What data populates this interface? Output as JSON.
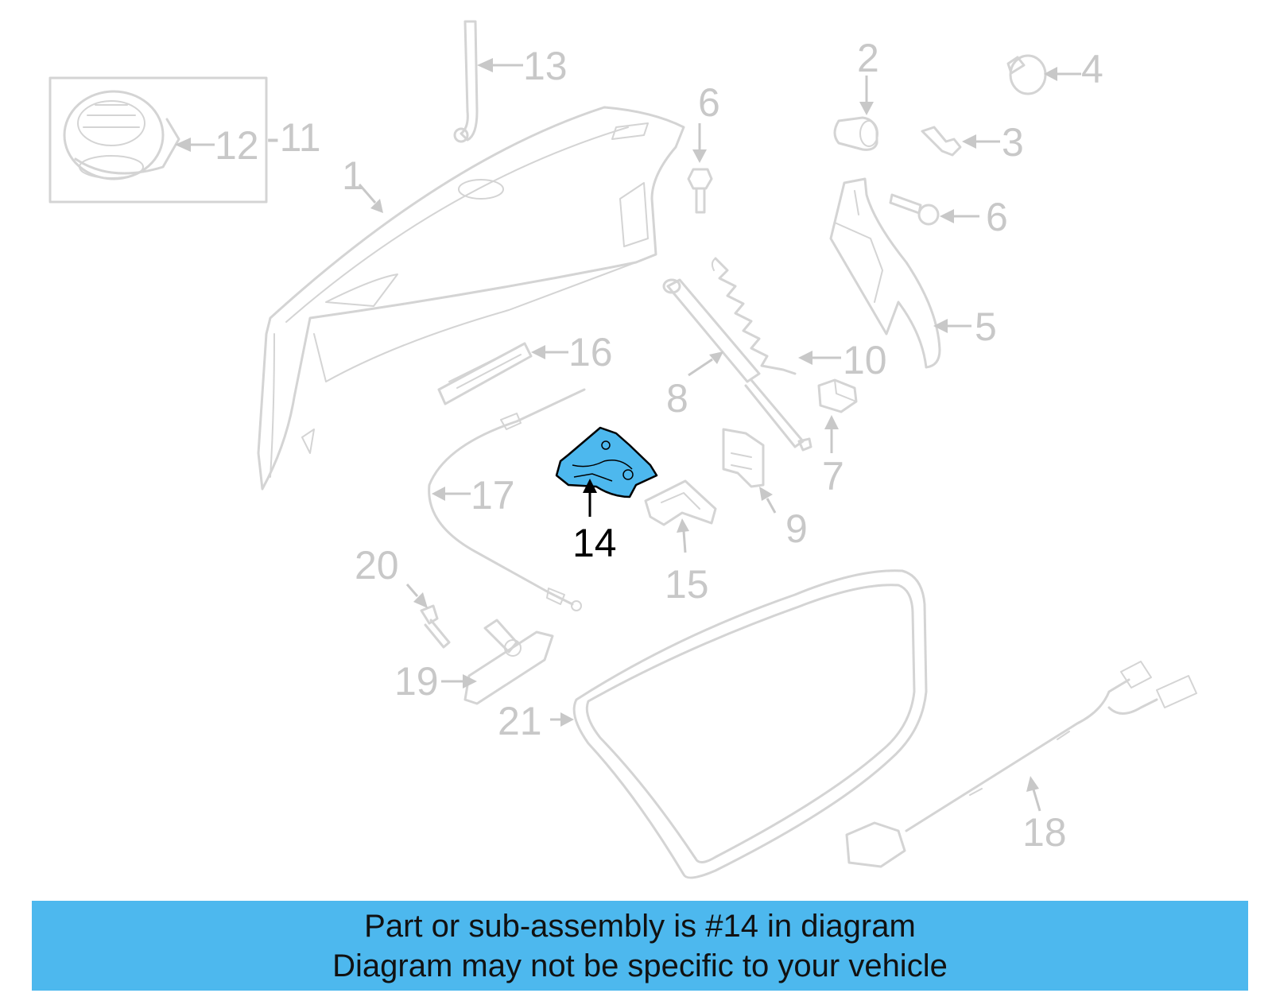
{
  "colors": {
    "highlight": "#4db8ee",
    "banner": "#4db8ee",
    "part_outline": "#d4d4d4",
    "callout_text": "#c8c8c8",
    "highlight_text": "#000000"
  },
  "callouts": {
    "c1": "1",
    "c2": "2",
    "c3": "3",
    "c4": "4",
    "c5": "5",
    "c6a": "6",
    "c6b": "6",
    "c7": "7",
    "c8": "8",
    "c9": "9",
    "c10": "10",
    "c11": "-11",
    "c12": "12",
    "c13": "13",
    "c14": "14",
    "c15": "15",
    "c16": "16",
    "c17": "17",
    "c18": "18",
    "c19": "19",
    "c20": "20",
    "c21": "21"
  },
  "highlighted_part": "14",
  "banner": {
    "line1": "Part or sub-assembly is #14 in diagram",
    "line2": "Diagram may not be specific to your vehicle"
  }
}
